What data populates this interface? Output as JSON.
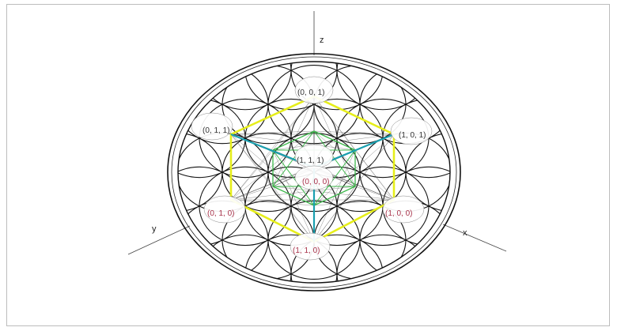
{
  "axes": {
    "x": "x",
    "y": "y",
    "z": "z"
  },
  "vertices": [
    {
      "id": "v001",
      "label": "(0, 0, 1)",
      "color": "#333333"
    },
    {
      "id": "v011",
      "label": "(0, 1, 1)",
      "color": "#333333"
    },
    {
      "id": "v101",
      "label": "(1, 0, 1)",
      "color": "#333333"
    },
    {
      "id": "v111",
      "label": "(1, 1, 1)",
      "color": "#333333"
    },
    {
      "id": "v000",
      "label": "(0, 0, 0)",
      "color": "#a8324a"
    },
    {
      "id": "v010",
      "label": "(0, 1, 0)",
      "color": "#a8324a"
    },
    {
      "id": "v100",
      "label": "(1, 0, 0)",
      "color": "#a8324a"
    },
    {
      "id": "v110",
      "label": "(1, 1, 0)",
      "color": "#a8324a"
    }
  ],
  "colors": {
    "hexagon": "#e6ee1a",
    "cube_edges": "#1aa0b0",
    "inner_edges": "#3cb84a",
    "pattern": "#111111"
  }
}
